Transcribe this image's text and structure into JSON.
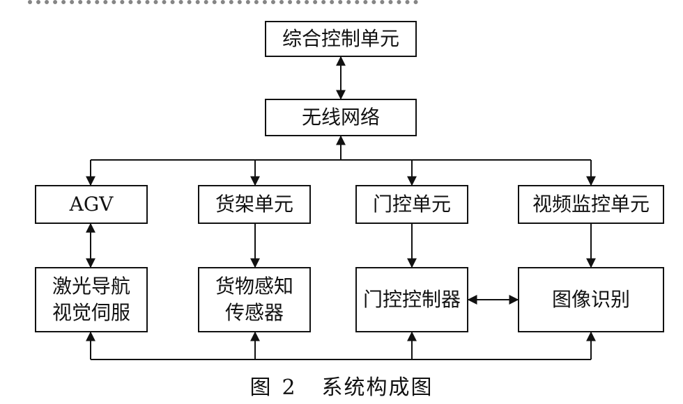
{
  "nodes": {
    "control_unit": "综合控制单元",
    "wireless": "无线网络",
    "agv": "AGV",
    "shelf": "货架单元",
    "door": "门控单元",
    "video": "视频监控单元",
    "laser": "激光导航\n视觉伺服",
    "cargo_sensor": "货物感知\n传感器",
    "door_controller": "门控控制器",
    "image_recog": "图像识别"
  },
  "caption": {
    "prefix": "图",
    "number": "2",
    "title": "系统构成图"
  }
}
